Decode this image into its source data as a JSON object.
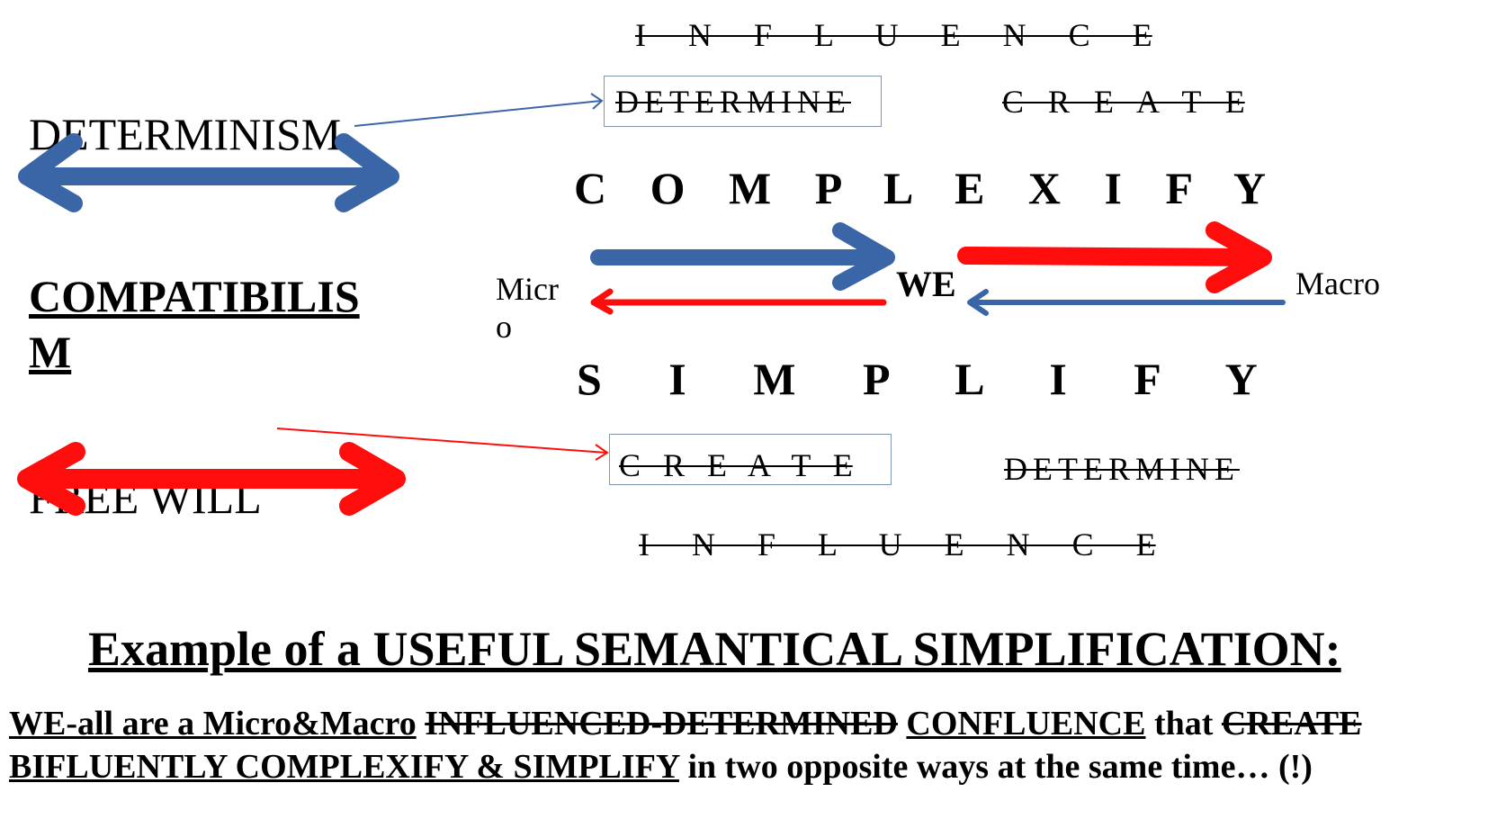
{
  "left": {
    "determinism": "DETERMINISM",
    "compatibilism_line1": "COMPATIBILIS",
    "compatibilism_line2": "M",
    "free_will": "FREE WILL"
  },
  "top": {
    "influence": "I N F L U E N C E",
    "determine": "DETERMINE",
    "create": "C R E A T E",
    "complexify": "C O M P L E X I F Y"
  },
  "middle": {
    "micro_line1": "Micr",
    "micro_line2": "o",
    "we": "WE",
    "macro": "Macro"
  },
  "bottom": {
    "simplify": "S I M P L I F Y",
    "create": "C R E A T E",
    "determine": "DETERMINE",
    "influence": "I N F L U E N C E"
  },
  "caption": {
    "title": "Example of a USEFUL SEMANTICAL SIMPLIFICATION:",
    "line1_part1": "WE-all are a Micro&Macro",
    "line1_struck1": "INFLUENCED-DETERMINED",
    "line1_part2": "CONFLUENCE",
    "line1_part3": "that",
    "line1_struck2": "CREATE",
    "line2_part1": "BIFLUENTLY COMPLEXIFY & SIMPLIFY",
    "line2_part2": "in two opposite ways at the same time… (!)"
  },
  "colors": {
    "blue": "#3a66a8",
    "red": "#ff0d0d",
    "box_border": "#7f95b3"
  }
}
